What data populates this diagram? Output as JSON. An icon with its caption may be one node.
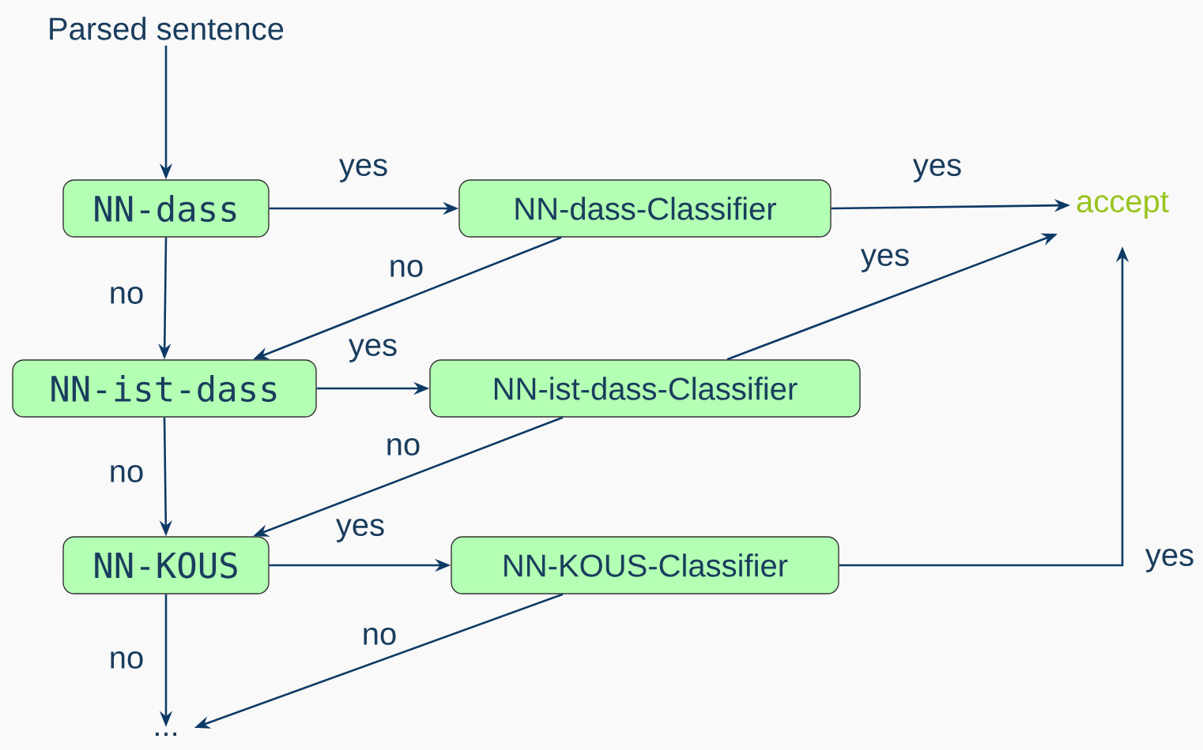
{
  "diagram": {
    "nodes": [
      {
        "text": [
          "Parsed sentence"
        ]
      },
      {
        "text": [
          "NN-dass"
        ]
      },
      {
        "text": [
          "NN-dass-Classifier"
        ]
      },
      {
        "text": [
          "accept"
        ]
      },
      {
        "text": [
          "NN-ist-dass"
        ]
      },
      {
        "text": [
          "NN-ist-dass-Classifier"
        ]
      },
      {
        "text": [
          "NN-KOUS"
        ]
      },
      {
        "text": [
          "NN-KOUS-Classifier"
        ]
      },
      {
        "text": [
          "..."
        ]
      }
    ],
    "edges": [
      {
        "from": 0,
        "to": 1,
        "arrow": "to"
      },
      {
        "from": 1,
        "to": 2,
        "arrow": "to",
        "label": "yes"
      },
      {
        "from": 2,
        "to": 3,
        "arrow": "to",
        "label": "yes"
      },
      {
        "from": 1,
        "to": 4,
        "arrow": "to",
        "label": "no"
      },
      {
        "from": 2,
        "to": 4,
        "arrow": "to",
        "label": "no"
      },
      {
        "from": 4,
        "to": 5,
        "arrow": "to",
        "label": "yes"
      },
      {
        "from": 5,
        "to": 3,
        "arrow": "to",
        "label": "yes"
      },
      {
        "from": 4,
        "to": 6,
        "arrow": "to",
        "label": "no"
      },
      {
        "from": 5,
        "to": 6,
        "arrow": "to",
        "label": "no"
      },
      {
        "from": 6,
        "to": 7,
        "arrow": "to",
        "label": "yes"
      },
      {
        "from": 7,
        "to": 3,
        "arrow": "to",
        "label": "yes"
      },
      {
        "from": 6,
        "to": 8,
        "arrow": "to",
        "label": "no"
      },
      {
        "from": 7,
        "to": 8,
        "arrow": "to",
        "label": "no"
      }
    ]
  }
}
